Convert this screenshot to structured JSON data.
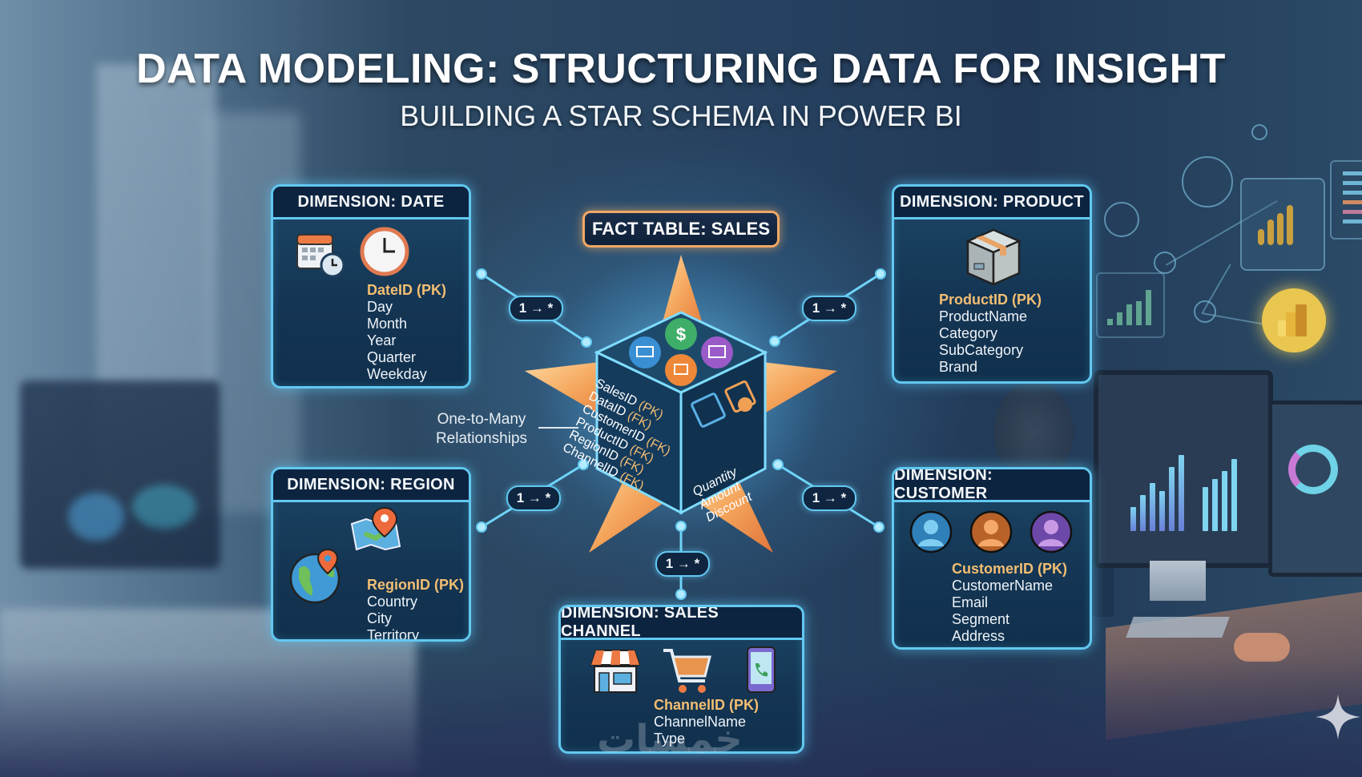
{
  "header": {
    "title": "DATA MODELING: STRUCTURING DATA FOR INSIGHT",
    "subtitle": "BUILDING A STAR SCHEMA IN POWER BI"
  },
  "fact_table": {
    "label": "FACT TABLE: SALES",
    "keys": [
      "SalesID (PK)",
      "DataID (FK)",
      "CustomerID (FK)",
      "ProductID (FK)",
      "RegionID (FK)",
      "ChannelID (FK)"
    ],
    "key_names": [
      "SalesID",
      "DataID",
      "CustomerID",
      "ProductID",
      "RegionID",
      "ChannelID"
    ],
    "key_tags": [
      "(PK)",
      "(FK)",
      "(FK)",
      "(FK)",
      "(FK)",
      "(FK)"
    ],
    "measures": [
      "Quantity",
      "Amount",
      "Discount"
    ],
    "top_icons": [
      "customer-icon",
      "dollar-icon",
      "product-icon",
      "region-icon"
    ]
  },
  "dimensions": {
    "date": {
      "title": "DIMENSION: DATE",
      "pk": "DateID (PK)",
      "fields": [
        "Day",
        "Month",
        "Year",
        "Quarter",
        "Weekday"
      ],
      "icons": [
        "calendar-clock-icon",
        "clock-icon"
      ]
    },
    "product": {
      "title": "DIMENSION: PRODUCT",
      "pk": "ProductID (PK)",
      "fields": [
        "ProductName",
        "Category",
        "SubCategory",
        "Brand"
      ],
      "icons": [
        "box-icon"
      ]
    },
    "region": {
      "title": "DIMENSION: REGION",
      "pk": "RegionID (PK)",
      "fields": [
        "Country",
        "City",
        "Territory"
      ],
      "icons": [
        "map-pin-icon",
        "globe-pin-icon"
      ]
    },
    "customer": {
      "title": "DIMENSION: CUSTOMER",
      "pk": "CustomerID (PK)",
      "fields": [
        "CustomerName",
        "Email",
        "Segment",
        "Address"
      ],
      "icons": [
        "user-blue-icon",
        "user-orange-icon",
        "user-purple-icon"
      ]
    },
    "sales_channel": {
      "title": "DIMENSION: SALES CHANNEL",
      "pk": "ChannelID (PK)",
      "fields": [
        "ChannelName",
        "Type"
      ],
      "icons": [
        "storefront-icon",
        "shopping-cart-icon",
        "mobile-phone-icon"
      ]
    }
  },
  "relationships": {
    "cardinality_label": "1 → *",
    "annotation": [
      "One-to-Many",
      "Relationships"
    ]
  },
  "watermark": "خمسات",
  "colors": {
    "accent_cyan": "#62c8f0",
    "pk_gold": "#f3be72",
    "star_orange": "#f0a055",
    "panel_header": "#0d2440"
  }
}
